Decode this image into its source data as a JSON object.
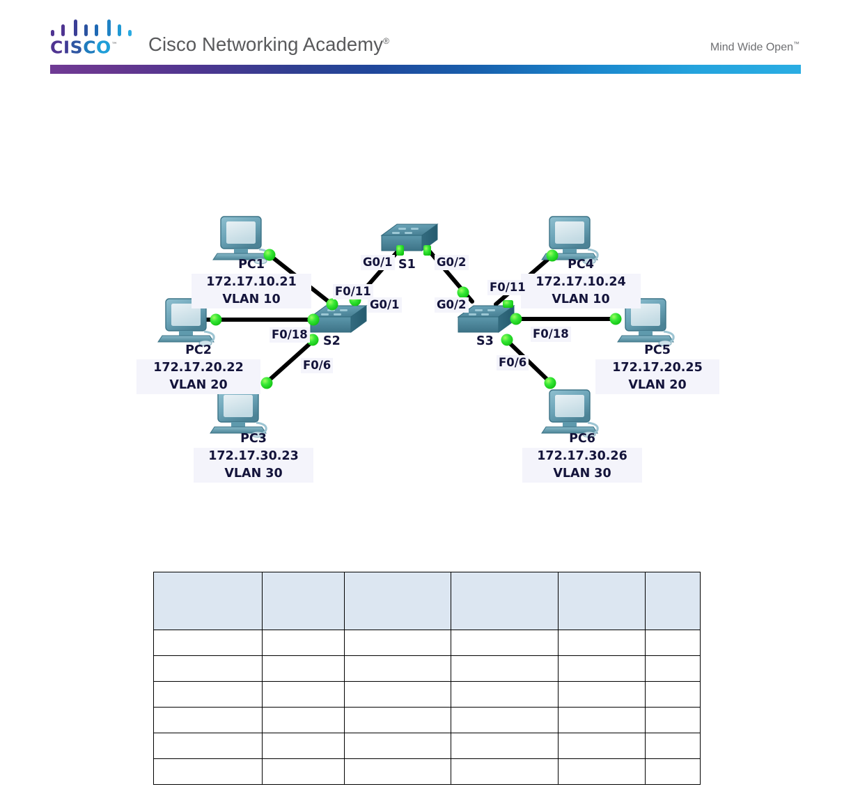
{
  "header": {
    "logo": {
      "wordmark": "CISCO",
      "tm": "™",
      "bar_colors": [
        "#4f3491",
        "#4f3491",
        "#3b3f96",
        "#2b53a0",
        "#1f69b4",
        "#1f82c4",
        "#2099d4",
        "#2aaae1"
      ]
    },
    "title": "Cisco Networking Academy",
    "title_mark": "®",
    "tagline": "Mind Wide Open",
    "tagline_mark": "™",
    "rule_gradient_start": "#6f3a94",
    "rule_gradient_mid": "#20479b",
    "rule_gradient_end": "#2aade3"
  },
  "topology": {
    "devices": [
      {
        "id": "PC1",
        "name": "PC1",
        "ip": "172.17.10.21",
        "vlan": "VLAN 10"
      },
      {
        "id": "PC2",
        "name": "PC2",
        "ip": "172.17.20.22",
        "vlan": "VLAN 20"
      },
      {
        "id": "PC3",
        "name": "PC3",
        "ip": "172.17.30.23",
        "vlan": "VLAN 30"
      },
      {
        "id": "PC4",
        "name": "PC4",
        "ip": "172.17.10.24",
        "vlan": "VLAN 10"
      },
      {
        "id": "PC5",
        "name": "PC5",
        "ip": "172.17.20.25",
        "vlan": "VLAN 20"
      },
      {
        "id": "PC6",
        "name": "PC6",
        "ip": "172.17.30.26",
        "vlan": "VLAN 30"
      }
    ],
    "switches": [
      {
        "id": "S1",
        "name": "S1"
      },
      {
        "id": "S2",
        "name": "S2"
      },
      {
        "id": "S3",
        "name": "S3"
      }
    ],
    "interfaces": {
      "s1_g01": "G0/1",
      "s1_g02": "G0/2",
      "s2_g01": "G0/1",
      "s2_f011": "F0/11",
      "s2_f018": "F0/18",
      "s2_f06": "F0/6",
      "s3_g02": "G0/2",
      "s3_f011": "F0/11",
      "s3_f018": "F0/18",
      "s3_f06": "F0/6"
    },
    "link_color": "#000000",
    "connector_color": "#22dd22",
    "device_color": "#4e8a9e"
  },
  "table": {
    "header_fill": "#dce6f1",
    "border_color": "#000000",
    "columns": [
      "",
      "",
      "",
      "",
      "",
      ""
    ],
    "rows": [
      [
        "",
        "",
        "",
        "",
        "",
        ""
      ],
      [
        "",
        "",
        "",
        "",
        "",
        ""
      ],
      [
        "",
        "",
        "",
        "",
        "",
        ""
      ],
      [
        "",
        "",
        "",
        "",
        "",
        ""
      ],
      [
        "",
        "",
        "",
        "",
        "",
        ""
      ],
      [
        "",
        "",
        "",
        "",
        "",
        ""
      ]
    ]
  }
}
